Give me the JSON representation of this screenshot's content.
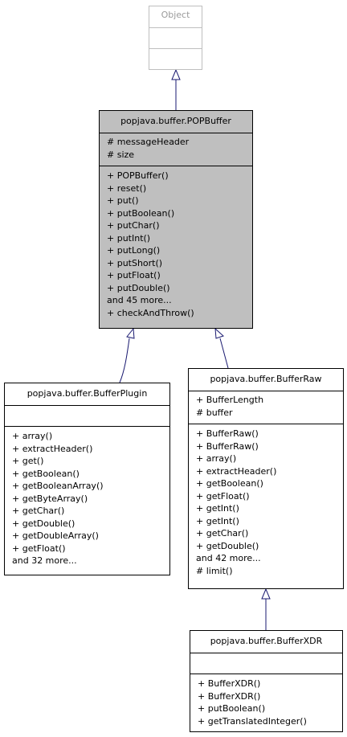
{
  "diagram": {
    "object_class": {
      "name": "Object",
      "attributes": [],
      "operations": []
    },
    "pop_buffer": {
      "name": "popjava.buffer.POPBuffer",
      "attributes": [
        "# messageHeader",
        "# size"
      ],
      "operations": [
        "+ POPBuffer()",
        "+ reset()",
        "+ put()",
        "+ putBoolean()",
        "+ putChar()",
        "+ putInt()",
        "+ putLong()",
        "+ putShort()",
        "+ putFloat()",
        "+ putDouble()",
        "and 45 more...",
        "+ checkAndThrow()"
      ]
    },
    "buffer_plugin": {
      "name": "popjava.buffer.BufferPlugin",
      "attributes": [],
      "operations": [
        "+ array()",
        "+ extractHeader()",
        "+ get()",
        "+ getBoolean()",
        "+ getBooleanArray()",
        "+ getByteArray()",
        "+ getChar()",
        "+ getDouble()",
        "+ getDoubleArray()",
        "+ getFloat()",
        "and 32 more..."
      ]
    },
    "buffer_raw": {
      "name": "popjava.buffer.BufferRaw",
      "attributes": [
        "+ BufferLength",
        "# buffer"
      ],
      "operations": [
        "+ BufferRaw()",
        "+ BufferRaw()",
        "+ array()",
        "+ extractHeader()",
        "+ getBoolean()",
        "+ getFloat()",
        "+ getInt()",
        "+ getInt()",
        "+ getChar()",
        "+ getDouble()",
        "and 42 more...",
        "# limit()"
      ]
    },
    "buffer_xdr": {
      "name": "popjava.buffer.BufferXDR",
      "attributes": [],
      "operations": [
        "+ BufferXDR()",
        "+ BufferXDR()",
        "+ putBoolean()",
        "+ getTranslatedInteger()"
      ]
    }
  },
  "colors": {
    "edge": "#191970",
    "highlight_fill": "#bfbfbf",
    "faded_border": "#bfbfbf"
  }
}
